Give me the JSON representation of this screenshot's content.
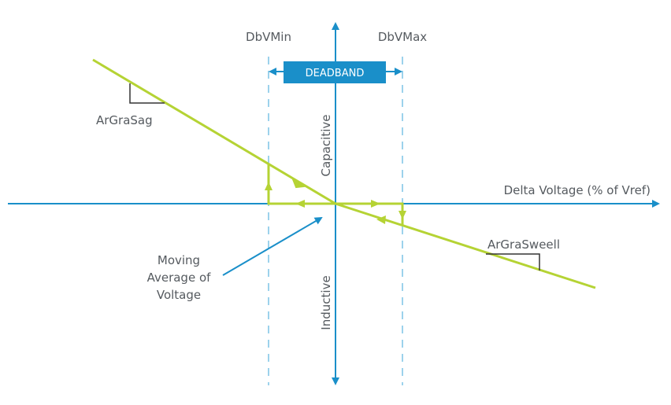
{
  "labels": {
    "dbvmin": "DbVMin",
    "dbvmax": "DbVMax",
    "deadband": "DEADBAND",
    "capacitive": "Capacitive",
    "inductive": "Inductive",
    "delta_voltage": "Delta Voltage (% of Vref)",
    "argrasag": "ArGraSag",
    "argrasweell": "ArGraSweell",
    "moving_avg_line1": "Moving",
    "moving_avg_line2": "Average of",
    "moving_avg_line3": "Voltage"
  },
  "colors": {
    "axis": "#1a8fc9",
    "curve": "#b5d334",
    "deadband_box": "#1a8fc9",
    "text": "#555a5f",
    "slope_marker": "#333333"
  }
}
